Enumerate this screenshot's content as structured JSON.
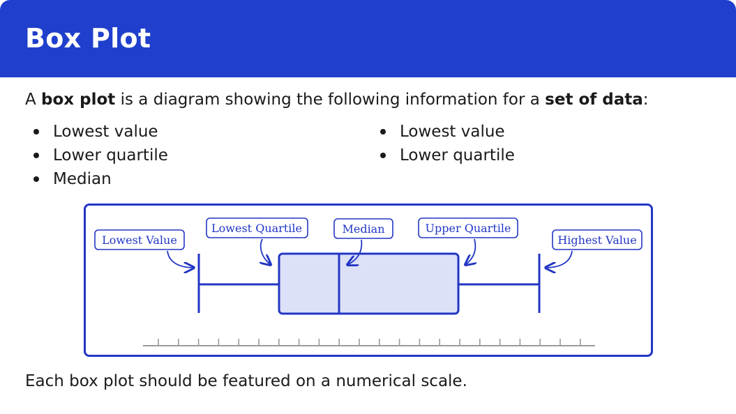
{
  "header": {
    "title": "Box Plot"
  },
  "intro": {
    "part1": "A ",
    "bold1": "box plot",
    "part2": " is a diagram showing the following information for a ",
    "bold2": "set of data",
    "part3": ":"
  },
  "list_left": [
    "Lowest value",
    "Lower quartile",
    "Median"
  ],
  "list_right": [
    "Lowest value",
    "Lower quartile"
  ],
  "diagram": {
    "labels": {
      "lowest_value": "Lowest Value",
      "lowest_quartile": "Lowest Quartile",
      "median": "Median",
      "upper_quartile": "Upper Quartile",
      "highest_value": "Highest Value"
    }
  },
  "footer": {
    "text": "Each box plot should be featured on a numerical scale."
  },
  "colors": {
    "header_bg": "#1f3fcc",
    "accent": "#2236c4",
    "box_fill": "#dde1f7"
  }
}
